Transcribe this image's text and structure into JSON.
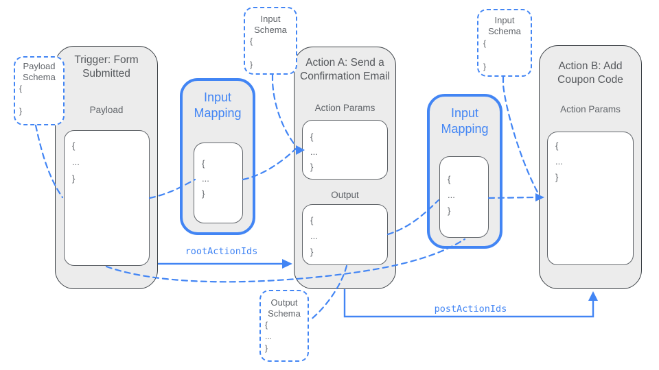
{
  "diagram": {
    "colors": {
      "accent_blue": "#4285f4",
      "box_fill": "#ececec",
      "box_border": "#3a3f44",
      "text_gray": "#5f6368"
    },
    "trigger": {
      "title": "Trigger: Form Submitted",
      "section_label": "Payload",
      "code": "{\n...\n}"
    },
    "payload_schema": {
      "title": "Payload Schema",
      "code": "{\n}"
    },
    "input_mapping_1": {
      "title": "Input Mapping",
      "code": "{\n...\n}"
    },
    "input_schema_1": {
      "title": "Input Schema",
      "code": "{\n}"
    },
    "action_a": {
      "title": "Action A: Send a Confirmation Email",
      "params_label": "Action Params",
      "params_code": "{\n...\n}",
      "output_label": "Output",
      "output_code": "{\n...\n}"
    },
    "input_mapping_2": {
      "title": "Input Mapping",
      "code": "{\n...\n}"
    },
    "input_schema_2": {
      "title": "Input Schema",
      "code": "{\n}"
    },
    "action_b": {
      "title": "Action B: Add Coupon Code",
      "params_label": "Action Params",
      "params_code": "{\n...\n}"
    },
    "output_schema": {
      "title": "Output Schema",
      "code": "{\n...\n}"
    },
    "edges": {
      "root_action_ids_label": "rootActionIds",
      "post_action_ids_label": "postActionIds"
    }
  }
}
